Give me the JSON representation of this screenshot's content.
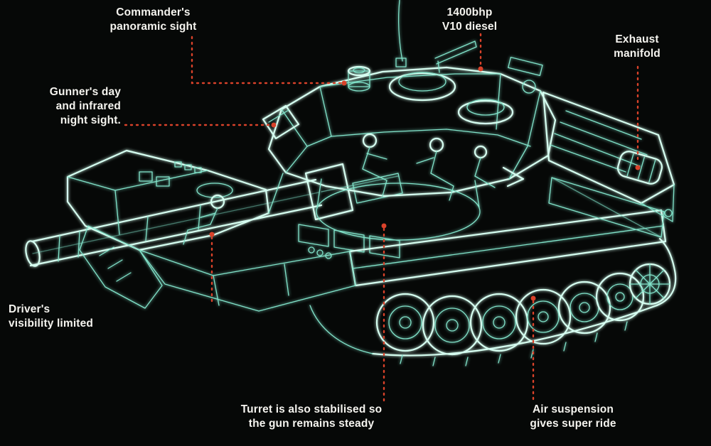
{
  "scene": {
    "bg": "#060807",
    "tank": "#82e4cb",
    "tank_bright": "#d6fff1",
    "leader": "#d9422a",
    "label": "#f5f4ef"
  },
  "annotations": {
    "commanders_sight": {
      "text": "Commander's\npanoramic sight"
    },
    "engine": {
      "text": "1400bhp\nV10 diesel"
    },
    "exhaust": {
      "text": "Exhaust\nmanifold"
    },
    "gunner_sight": {
      "text": "Gunner's day\nand infrared\nnight sight."
    },
    "driver": {
      "text": "Driver's\nvisibility limited"
    },
    "turret_stabilised": {
      "text": "Turret is also stabilised so\nthe gun remains steady"
    },
    "air_suspension": {
      "text": "Air suspension\ngives super ride"
    }
  }
}
